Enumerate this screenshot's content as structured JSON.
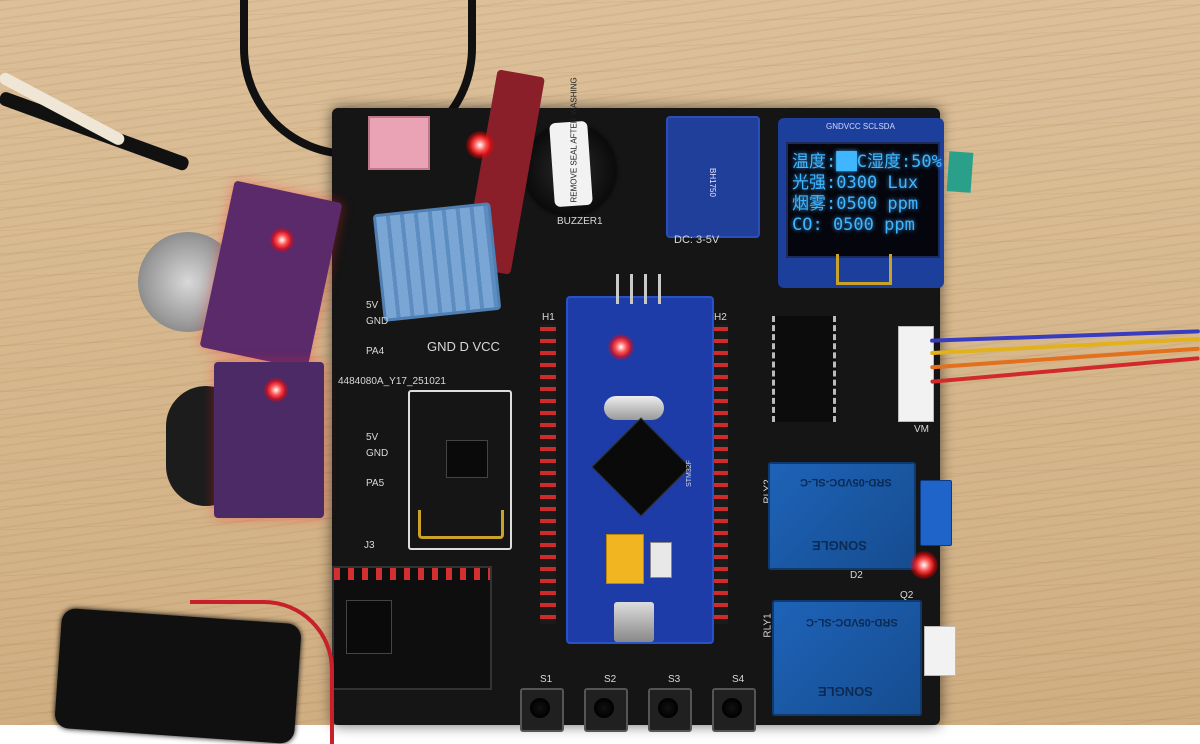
{
  "oled": {
    "header": "GNDVCC SCLSDA",
    "line1": "温度:██C湿度:50%",
    "line2": "光强:0300 Lux",
    "line3": "烟雾:0500 ppm",
    "line4": "CO:  0500 ppm"
  },
  "labels": {
    "buzzer": "BUZZER1",
    "buzzer_sticker": "REMOVE SEAL AFTER WASHING",
    "bh1750": "BH1750",
    "bh_power": "DC: 3-5V",
    "dht": "GND D VCC",
    "board_id": "4484080A_Y17_251021",
    "mq_5v": "5V",
    "mq_gnd": "GND",
    "mq_pa4": "PA4",
    "mq2_5v": "5V",
    "mq2_gnd": "GND",
    "mq2_pa5": "PA5",
    "h1": "H1",
    "h2": "H2",
    "j3": "J3",
    "s1": "S1",
    "s2": "S2",
    "s3": "S3",
    "s4": "S4",
    "rly1": "RLY1",
    "rly2": "RLY2",
    "vm": "VM",
    "songle": "SONGLE",
    "srd": "SRD-05VDC-SL-C",
    "stm_chip": "STM32F",
    "d2": "D2",
    "q2": "Q2"
  },
  "colors": {
    "oled_text": "#3fb6ff",
    "board": "#151515",
    "relay": "#1e63b8",
    "led": "#ff3030"
  }
}
